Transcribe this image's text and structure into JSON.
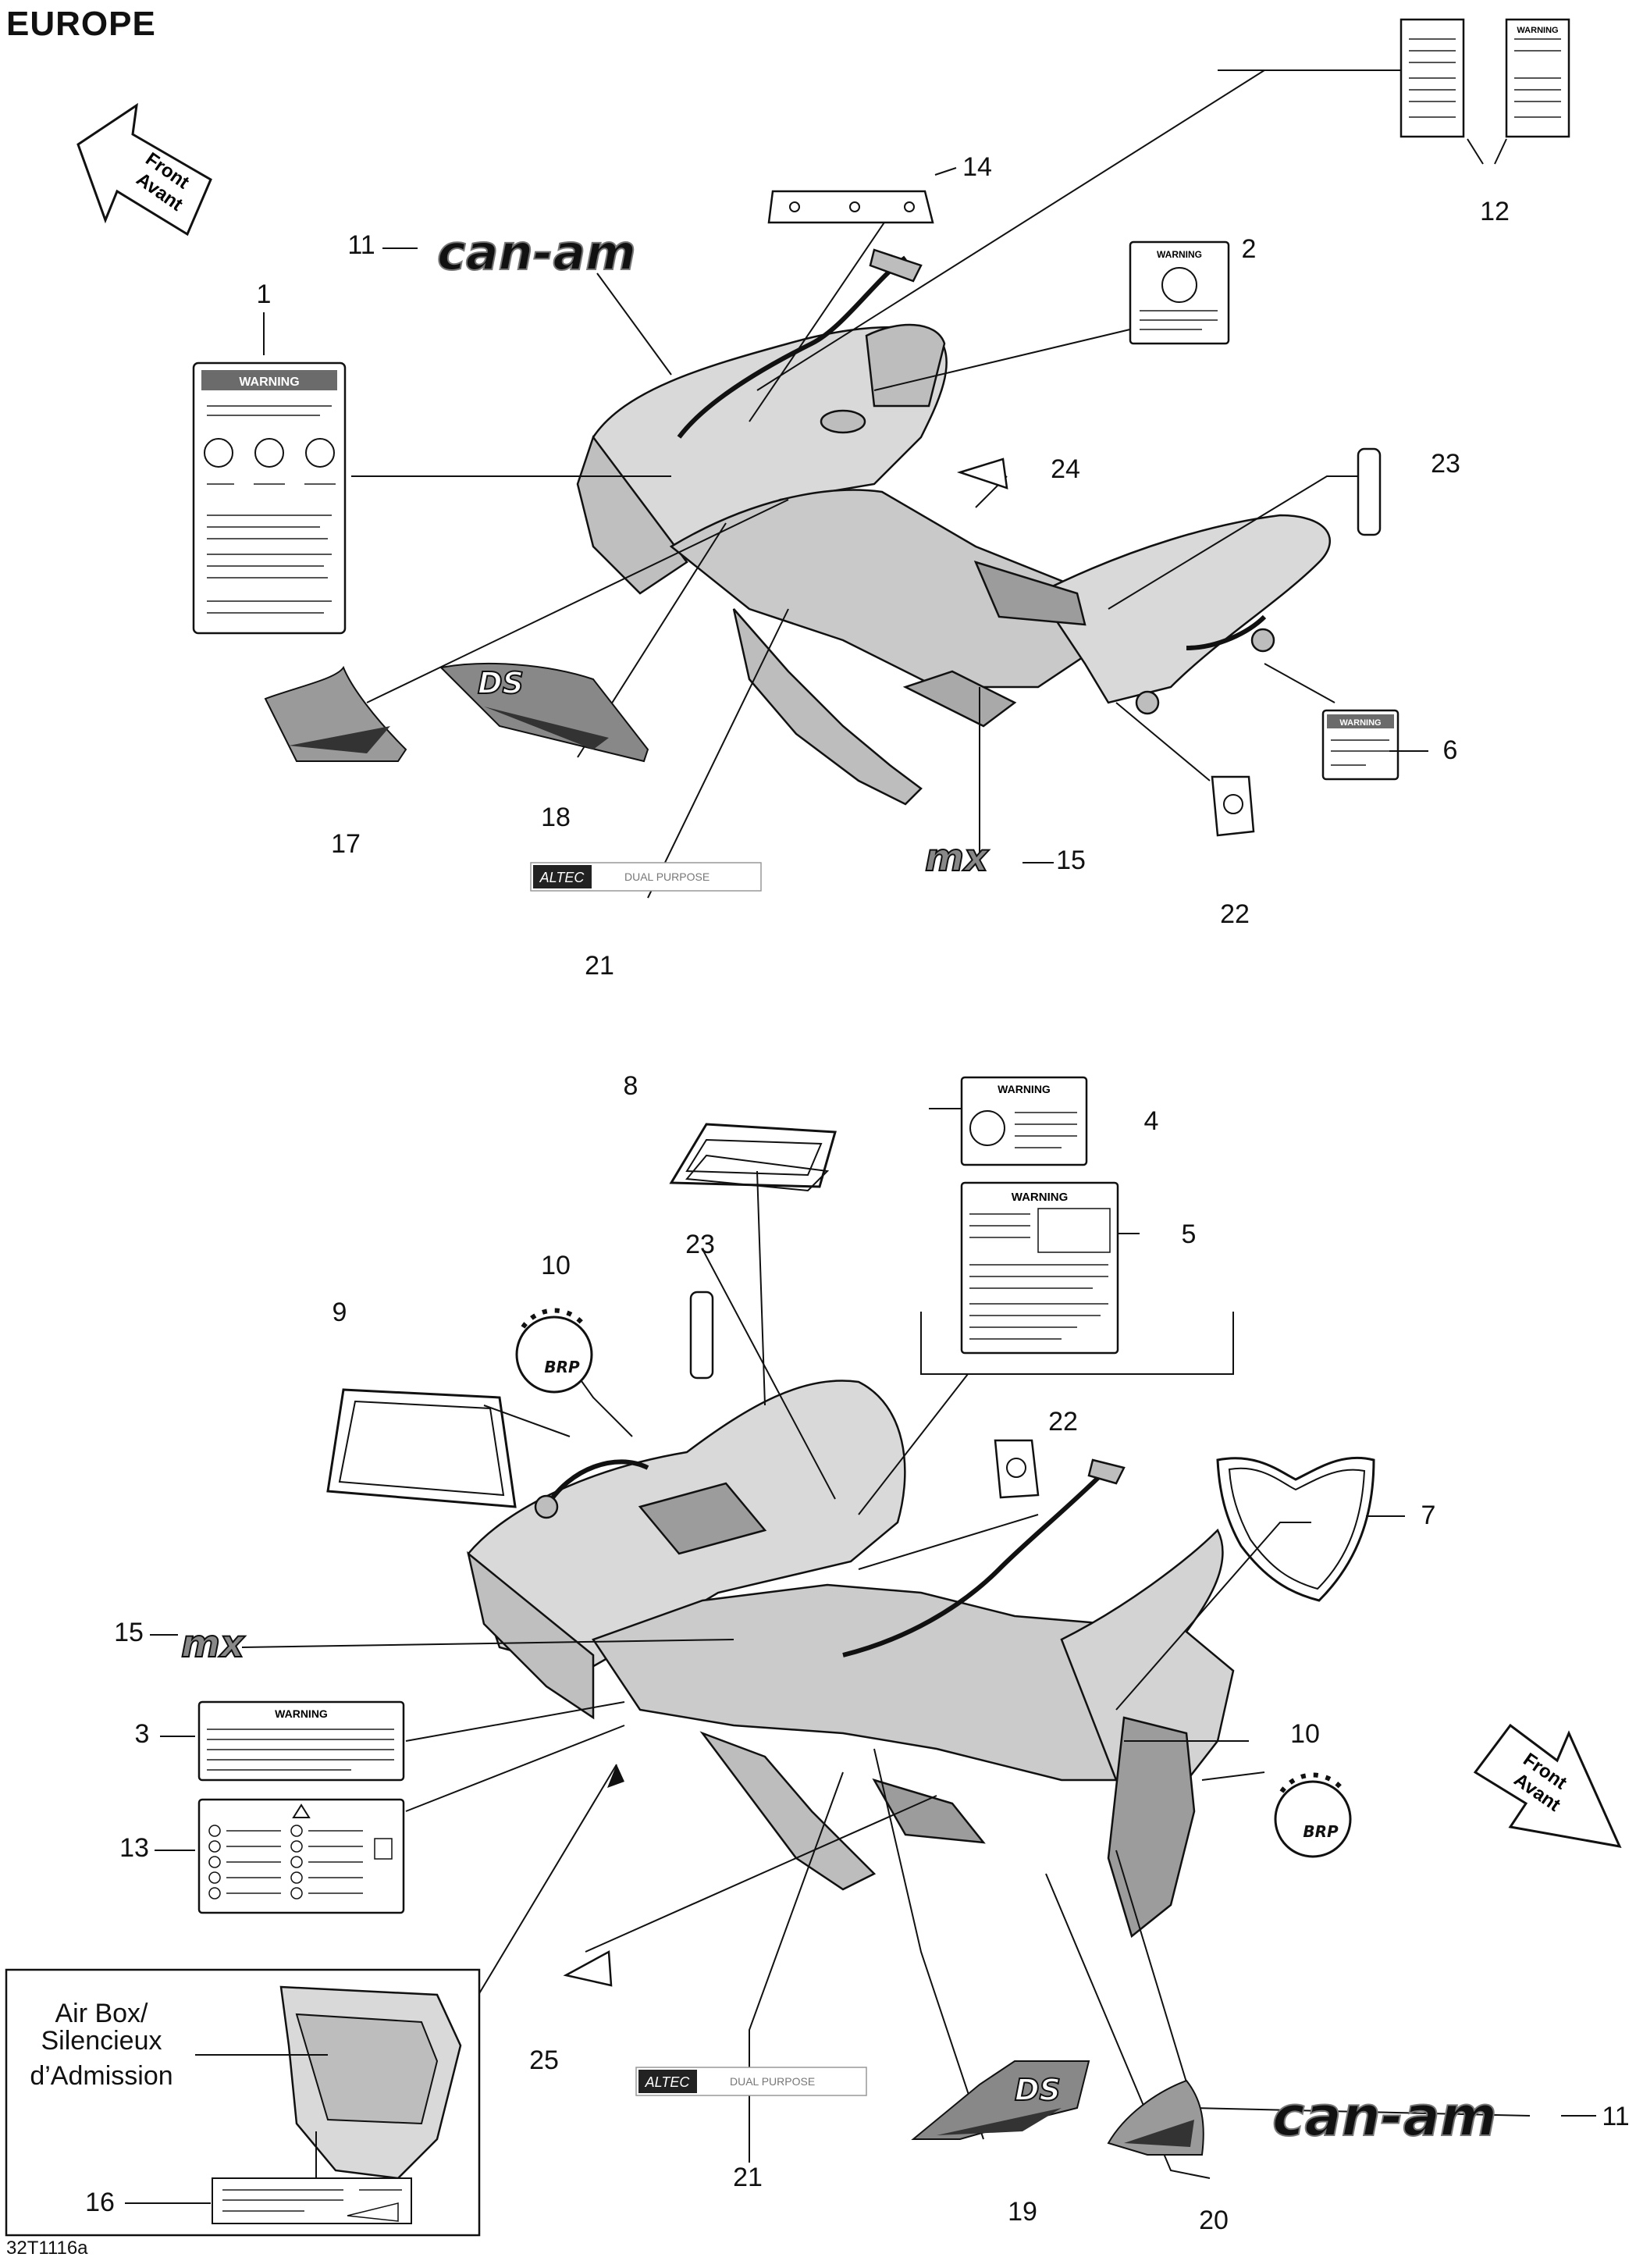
{
  "header": {
    "region": "EUROPE"
  },
  "footer": {
    "drawing_code": "32T1116a"
  },
  "direction_arrows": {
    "line1": "Front",
    "line2": "Avant"
  },
  "inset": {
    "line1": "Air Box/",
    "line2": "Silencieux",
    "line3": "d’Admission"
  },
  "decals": {
    "can_am": "can-am",
    "mx": "mx",
    "altec": "ALTEC",
    "altec_sub": "DUAL PURPOSE",
    "ds": "DS",
    "brp": "BRP",
    "warning": "WARNING"
  },
  "callouts": {
    "c1": "1",
    "c2": "2",
    "c3": "3",
    "c4": "4",
    "c5": "5",
    "c6": "6",
    "c7": "7",
    "c8": "8",
    "c9": "9",
    "c10": "10",
    "c11": "11",
    "c12": "12",
    "c13": "13",
    "c14": "14",
    "c15": "15",
    "c16": "16",
    "c17": "17",
    "c18": "18",
    "c19": "19",
    "c20": "20",
    "c21": "21",
    "c22": "22",
    "c23": "23",
    "c24": "24",
    "c25": "25"
  },
  "colors": {
    "line": "#111111",
    "body_fill": "#d9d9d9",
    "body_dark": "#a9a9a9",
    "paper": "#ffffff"
  }
}
